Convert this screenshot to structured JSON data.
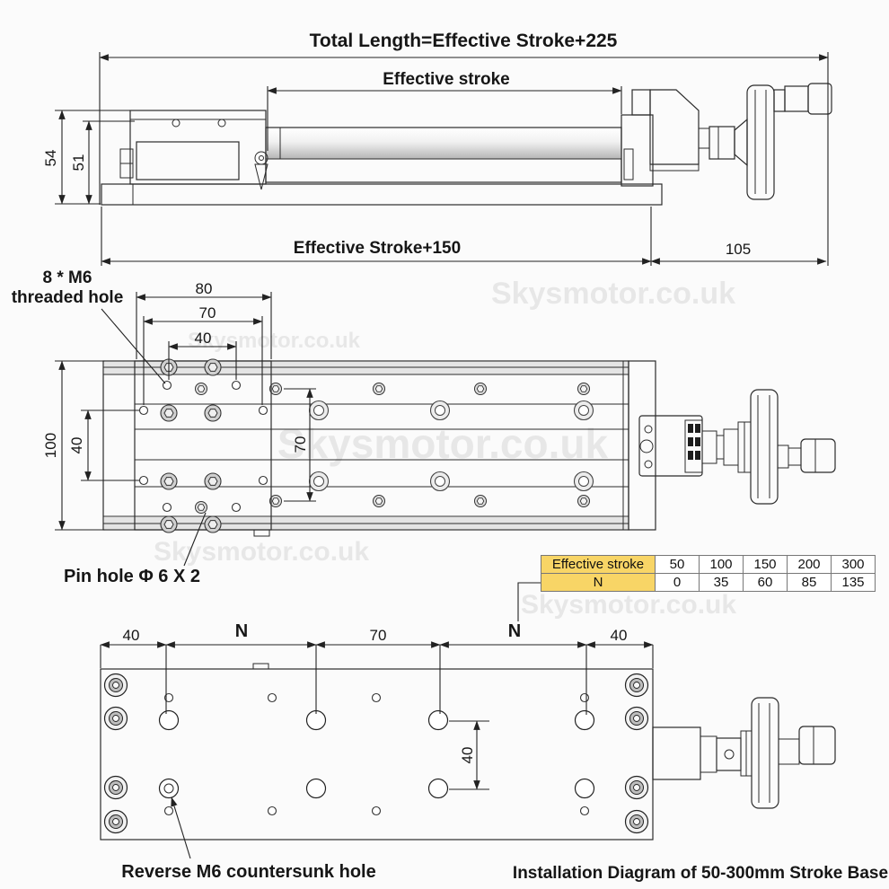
{
  "watermark": "Skysmotor.co.uk",
  "caption": {
    "text": "Installation Diagram of 50-300mm Stroke Base",
    "color": "#cc2626"
  },
  "top_view": {
    "dim_total": "Total Length=Effective Stroke+225",
    "dim_effective": "Effective stroke",
    "dim_54": "54",
    "dim_51": "51",
    "dim_stroke150": "Effective Stroke+150",
    "dim_105": "105"
  },
  "middle_view": {
    "label_thread_line1": "8 * M6",
    "label_thread_line2": "threaded hole",
    "dim_80": "80",
    "dim_70": "70",
    "dim_40": "40",
    "dim_100": "100",
    "dim_40_vert": "40",
    "dim_70_vert": "70",
    "label_pin": "Pin hole Φ 6 X 2"
  },
  "table": {
    "row1_header": "Effective stroke",
    "row2_header": "N",
    "strokes": [
      "50",
      "100",
      "150",
      "200",
      "300"
    ],
    "n_values": [
      "0",
      "35",
      "60",
      "85",
      "135"
    ],
    "header_bg": "#f8d566"
  },
  "bottom_view": {
    "dim_40_left": "40",
    "dim_n_left": "N",
    "dim_70": "70",
    "dim_n_right": "N",
    "dim_40_right": "40",
    "dim_40_vert": "40",
    "label_reverse": "Reverse M6 countersunk hole"
  }
}
